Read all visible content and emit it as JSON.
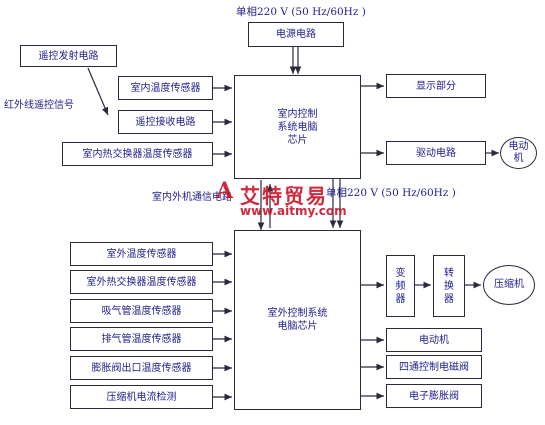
{
  "top": {
    "power_spec_top": "单相220  V (50 Hz/60Hz  )",
    "power_circuit": "电源电路",
    "remote_tx": "遥控发射电路",
    "ir_signal": "红外线遥控信号"
  },
  "indoor": {
    "chip": "室内控制\n系统电脑\n芯片",
    "inputs": [
      "室内温度传感器",
      "遥控接收电路",
      "室内热交换器温度传感器"
    ],
    "outputs": [
      "显示部分",
      "驱动电路"
    ],
    "motor": "电动\n机"
  },
  "link": {
    "comm_label": "室内外机通信电路",
    "power_spec_mid": "单相220  V (50 Hz/60Hz  )"
  },
  "outdoor": {
    "chip": "室外控制系统\n电脑芯片",
    "inputs": [
      "室外温度传感器",
      "室外热交换器温度传感器",
      "吸气管温度传感器",
      "排气管温度传感器",
      "膨胀阀出口温度传感器",
      "压缩机电流检测"
    ],
    "inverter": "变\n频\n器",
    "converter": "转\n换\n器",
    "compressor": "压缩机",
    "outputs": [
      "电动机",
      "四通控制电磁阀",
      "电子膨胀阀"
    ]
  },
  "watermark": {
    "brand_cn": "艾特贸易",
    "site": "www.aitmy.com"
  },
  "colors": {
    "text": "#1e1e8c",
    "line": "#2a2a3e",
    "watermark": "#c8142a"
  }
}
